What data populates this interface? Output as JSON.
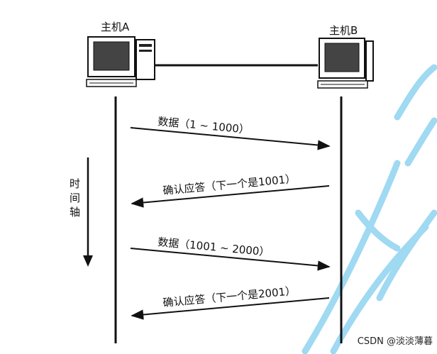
{
  "hosts": {
    "a": "主机A",
    "b": "主机B"
  },
  "time_axis_label": [
    "时",
    "间",
    "轴"
  ],
  "messages": [
    {
      "text": "数据（1 ~ 1000）",
      "direction": "A→B"
    },
    {
      "text": "确认应答（下一个是1001）",
      "direction": "B→A"
    },
    {
      "text": "数据（1001 ~ 2000）",
      "direction": "A→B"
    },
    {
      "text": "确认应答（下一个是2001）",
      "direction": "B→A"
    }
  ],
  "watermark": "CSDN @淡淡薄暮",
  "colors": {
    "line": "#111111",
    "watermark_strokes": "#8fd3f0"
  }
}
